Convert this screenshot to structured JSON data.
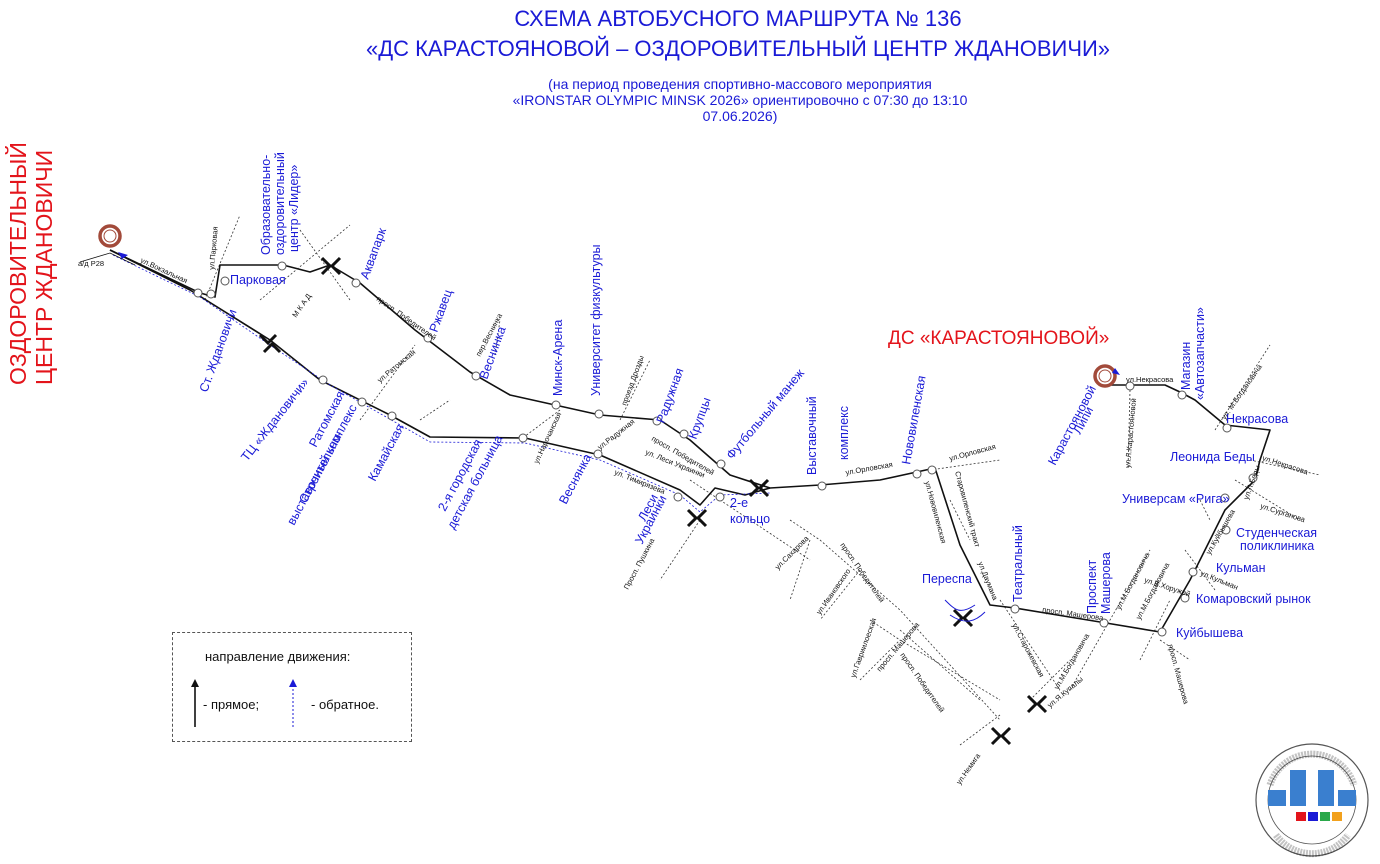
{
  "title": {
    "line1": "СХЕМА АВТОБУСНОГО МАРШРУТА № 136",
    "line2": "«ДС КАРАСТОЯНОВОЙ – ОЗДОРОВИТЕЛЬНЫЙ ЦЕНТР ЖДАНОВИЧИ»",
    "note1": "(на период проведения спортивно-массового мероприятия",
    "note2": "«IRONSTAR OLYMPIC MINSK 2026» ориентировочно с 07:30 до 13:10",
    "note3": "07.06.2026)"
  },
  "termini": {
    "left_line1": "ОЗДОРОВИТЕЛЬНЫЙ",
    "left_line2": "ЦЕНТР ЖДАНОВИЧИ",
    "right": "ДС «КАРАСТОЯНОВОЙ»"
  },
  "stops": {
    "parkovaya": "Парковая",
    "st_zhdanovichi": "Ст. Ждановичи",
    "lider1": "Образовательно-",
    "lider2": "оздоровительный",
    "lider3": "центр «Лидер»",
    "akvapark": "Аквапарк",
    "rzhavets": "Ржавец",
    "vesninka1": "Веснинка",
    "minsk_arena": "Минск-Арена",
    "university1": "Университет физкультуры",
    "raduzhnaya": "Радужная",
    "krupcy": "Крупцы",
    "futbolny": "Футбольный манеж",
    "vystavochny1": "Выставочный",
    "vystavochny2": "комплекс",
    "novovilenskaya": "Нововиленская",
    "tc_zhdanovichi": "ТЦ «Ждановичи»",
    "ratomskaya": "Ратомская",
    "stroitelno1": "Строительно-",
    "stroitelno2": "выставочный комплекс",
    "kamayskaya": "Камайская",
    "bolnica1": "2-я городская",
    "bolnica2": "детская больница",
    "vesninka2": "Веснянка",
    "lesi1": "Леси",
    "lesi2": "Украинки",
    "koltso1": "2-е",
    "koltso2": "кольцо",
    "peresa": "Переспа",
    "teatralny": "Театральный",
    "prospect1": "Проспект",
    "prospect2": "Машерова",
    "kuybysheva": "Куйбышева",
    "komarovsky": "Комаровский рынок",
    "kulman": "Кульман",
    "studencheskaya1": "Студенческая",
    "studencheskaya2": "поликлиника",
    "riga": "Универсам «Рига»",
    "leonida_bedy": "Леонида Беды",
    "nekrasova": "Некрасова",
    "magazin1": "Магазин",
    "magazin2": "«Автозапчасти»",
    "lipi1": "Липи",
    "lipi2": "Карастояновой"
  },
  "streets": {
    "ad_r28": "а/д Р28",
    "voksalnaya": "ул.Вокзальная",
    "parkovaya": "ул.Парковая",
    "mkad": "М К А Д",
    "pobediteley1": "просп. Победителей",
    "ratomskaya": "ул.Ратомская",
    "vesninka": "пер.Веснинка",
    "narochanskaya": "ул.Нарочанская",
    "drozdy": "проезд Дрозды",
    "raduzhnaya": "ул.Радужная",
    "pobediteley2": "просп. Победителей",
    "lesi": "ул. Леси Украинки",
    "timiryazeva": "ул. Тимирязева",
    "orlovskaya1": "ул.Орловская",
    "orlovskaya2": "ул.Орловская",
    "novovilenskaya": "ул.Нововиленская",
    "starovilensky": "Старовиленский тракт",
    "pushkina": "Просп. Пушкина",
    "saharova": "ул.Сахарова",
    "pobediteley3": "просп. Победителей",
    "ivanovskogo": "ул.Ивановского",
    "gavriilovskaya": "ул.Гавриилоеская",
    "masherova1": "просп. Машерова",
    "pobediteley4": "просп. Победителей",
    "nemiga": "ул.Немига",
    "yakupy": "ул.Я.Купалы",
    "starozhevskaya": "ул.Старожевская",
    "daumana": "ул.Даумана",
    "masherova2": "просп. Машерова",
    "bogdanovicha1": "ул.М.Богдановича",
    "bogdanovicha2": "ул.М.Богдановича",
    "bogdanovicha3": "ул.М.Богдановича",
    "masherova3": "просп. Машерова",
    "horuzhey": "ул.В.Хоружей",
    "kulman": "ул.Кульман",
    "kuybysheva": "ул.Куйбышева",
    "surganova": "ул.Сурганова",
    "bedy": "ул.Л.Беды",
    "nekrasova1": "ул.Некрасова",
    "bogdanovicha4": "ул. М.Богдановича",
    "nekrasova2": "ул.Некрасова",
    "karastoyanovoy": "ул.Л.Карастояновой"
  },
  "legend": {
    "title": "направление движения:",
    "forward": "- прямое;",
    "backward": "- обратное."
  },
  "colors": {
    "text_blue": "#1a1ad6",
    "red": "#e3141b",
    "route": "#111111",
    "terminus": "#a24a3a"
  }
}
